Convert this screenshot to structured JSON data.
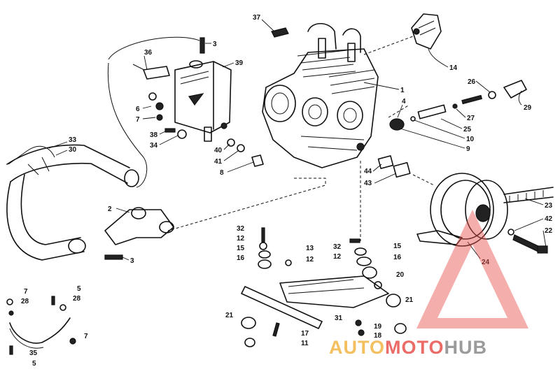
{
  "diagram": {
    "callouts": [
      {
        "id": "c37",
        "label": "37"
      },
      {
        "id": "c3a",
        "label": "3"
      },
      {
        "id": "c36",
        "label": "36"
      },
      {
        "id": "c39",
        "label": "39"
      },
      {
        "id": "c14",
        "label": "14"
      },
      {
        "id": "c1",
        "label": "1"
      },
      {
        "id": "c4",
        "label": "4"
      },
      {
        "id": "c26",
        "label": "26"
      },
      {
        "id": "c29",
        "label": "29"
      },
      {
        "id": "c27",
        "label": "27"
      },
      {
        "id": "c25",
        "label": "25"
      },
      {
        "id": "c10",
        "label": "10"
      },
      {
        "id": "c9",
        "label": "9"
      },
      {
        "id": "c6",
        "label": "6"
      },
      {
        "id": "c7a",
        "label": "7"
      },
      {
        "id": "c38",
        "label": "38"
      },
      {
        "id": "c34",
        "label": "34"
      },
      {
        "id": "c40",
        "label": "40"
      },
      {
        "id": "c41",
        "label": "41"
      },
      {
        "id": "c8",
        "label": "8"
      },
      {
        "id": "c33",
        "label": "33"
      },
      {
        "id": "c30",
        "label": "30"
      },
      {
        "id": "c44",
        "label": "44"
      },
      {
        "id": "c43",
        "label": "43"
      },
      {
        "id": "c23",
        "label": "23"
      },
      {
        "id": "c42",
        "label": "42"
      },
      {
        "id": "c22",
        "label": "22"
      },
      {
        "id": "c2",
        "label": "2"
      },
      {
        "id": "c3b",
        "label": "3"
      },
      {
        "id": "c24",
        "label": "24"
      },
      {
        "id": "c32a",
        "label": "32"
      },
      {
        "id": "c12a",
        "label": "12"
      },
      {
        "id": "c15a",
        "label": "15"
      },
      {
        "id": "c16a",
        "label": "16"
      },
      {
        "id": "c13",
        "label": "13"
      },
      {
        "id": "c12b",
        "label": "12"
      },
      {
        "id": "c32b",
        "label": "32"
      },
      {
        "id": "c12c",
        "label": "12"
      },
      {
        "id": "c15b",
        "label": "15"
      },
      {
        "id": "c16b",
        "label": "16"
      },
      {
        "id": "c20",
        "label": "20"
      },
      {
        "id": "c21a",
        "label": "21"
      },
      {
        "id": "c21b",
        "label": "21"
      },
      {
        "id": "c31",
        "label": "31"
      },
      {
        "id": "c17",
        "label": "17"
      },
      {
        "id": "c11",
        "label": "11"
      },
      {
        "id": "c19",
        "label": "19"
      },
      {
        "id": "c18",
        "label": "18"
      },
      {
        "id": "c7b",
        "label": "7"
      },
      {
        "id": "c28a",
        "label": "28"
      },
      {
        "id": "c5a",
        "label": "5"
      },
      {
        "id": "c28b",
        "label": "28"
      },
      {
        "id": "c7c",
        "label": "7"
      },
      {
        "id": "c35",
        "label": "35"
      },
      {
        "id": "c5b",
        "label": "5"
      }
    ]
  },
  "watermark": {
    "part1": "AUTO",
    "part2": "MOTO",
    "part3": "HUB",
    "colors": {
      "auto": "#f2b544",
      "moto": "#e8524d",
      "hub": "#8a8a8a",
      "triangle": "#e8524d"
    }
  }
}
